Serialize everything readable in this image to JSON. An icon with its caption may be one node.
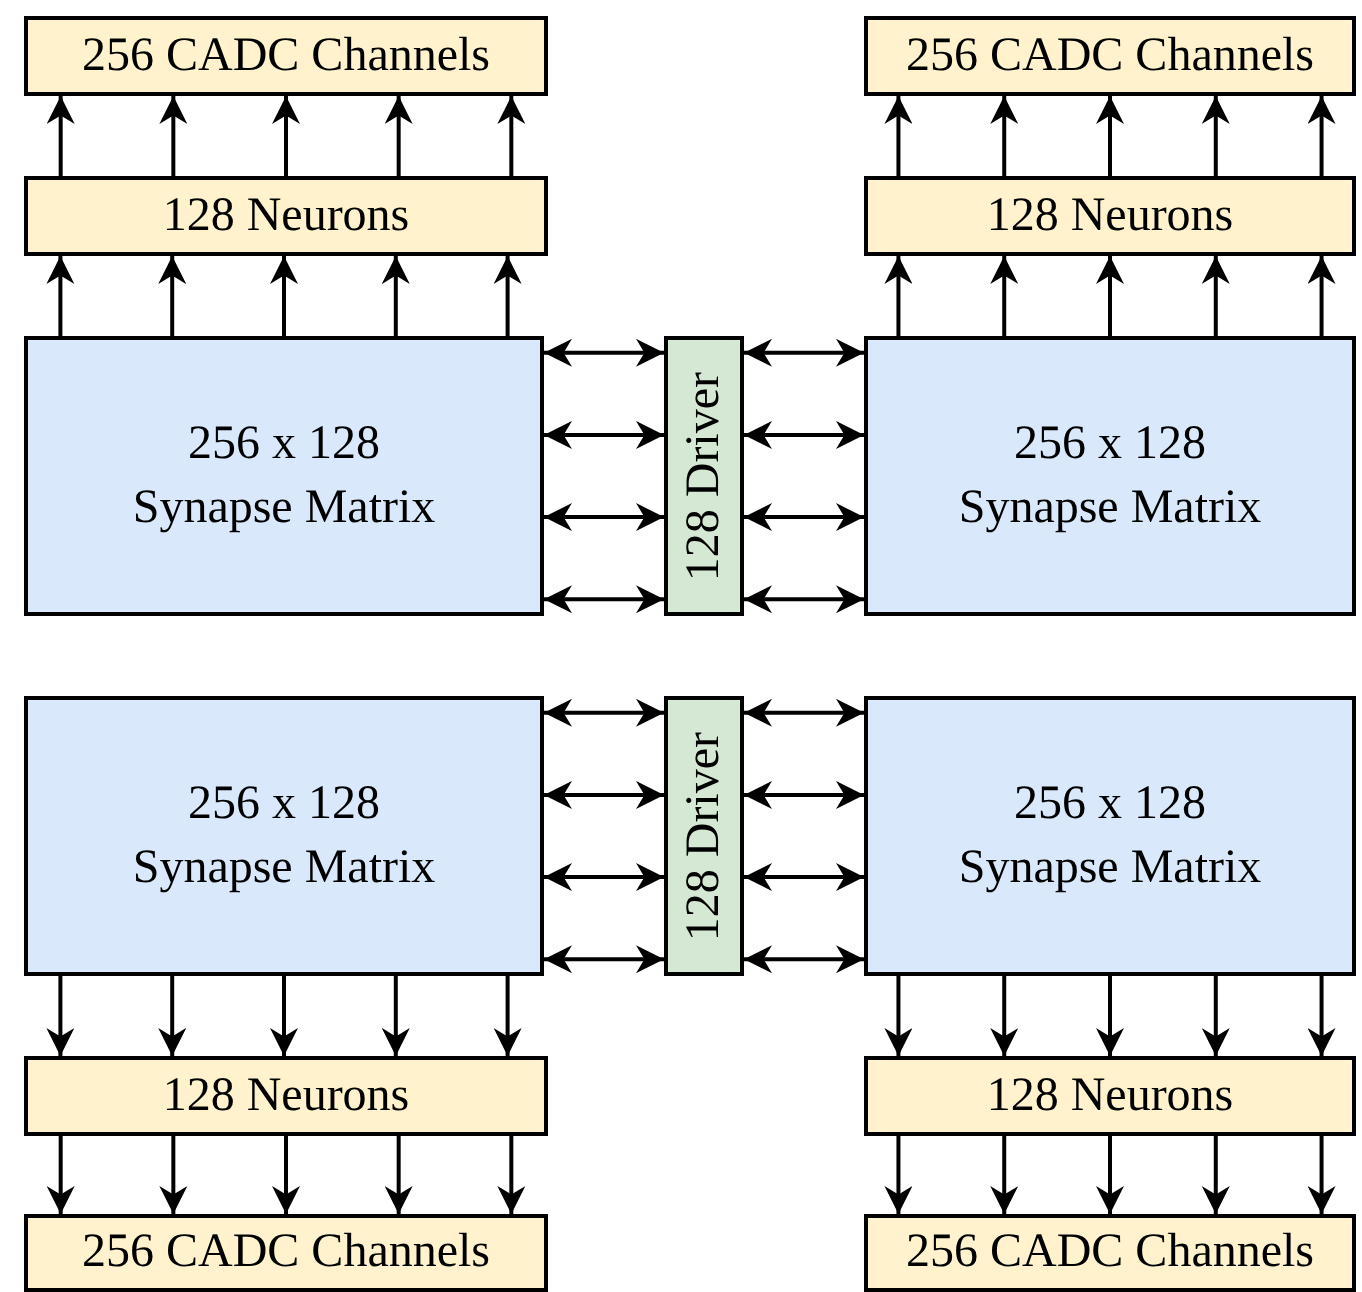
{
  "diagram": {
    "nodes": [
      {
        "text": [
          "256 CADC Channels"
        ]
      },
      {
        "text": [
          "256 CADC Channels"
        ]
      },
      {
        "text": [
          "128 Neurons"
        ]
      },
      {
        "text": [
          "128 Neurons"
        ]
      },
      {
        "text": [
          "256 x 128 Synapse Matrix"
        ]
      },
      {
        "text": [
          "128 Driver"
        ]
      },
      {
        "text": [
          "256 x 128 Synapse Matrix"
        ]
      },
      {
        "text": [
          "256 x 128 Synapse Matrix"
        ]
      },
      {
        "text": [
          "128 Driver"
        ]
      },
      {
        "text": [
          "256 x 128 Synapse Matrix"
        ]
      },
      {
        "text": [
          "128 Neurons"
        ]
      },
      {
        "text": [
          "128 Neurons"
        ]
      },
      {
        "text": [
          "256 CADC Channels"
        ]
      },
      {
        "text": [
          "256 CADC Channels"
        ]
      }
    ],
    "edges": [
      {
        "from": 4,
        "to": 2,
        "arrow": "to"
      },
      {
        "from": 4,
        "to": 2,
        "arrow": "to"
      },
      {
        "from": 4,
        "to": 2,
        "arrow": "to"
      },
      {
        "from": 4,
        "to": 2,
        "arrow": "to"
      },
      {
        "from": 4,
        "to": 2,
        "arrow": "to"
      },
      {
        "from": 2,
        "to": 0,
        "arrow": "to"
      },
      {
        "from": 2,
        "to": 0,
        "arrow": "to"
      },
      {
        "from": 2,
        "to": 0,
        "arrow": "to"
      },
      {
        "from": 2,
        "to": 0,
        "arrow": "to"
      },
      {
        "from": 2,
        "to": 0,
        "arrow": "to"
      },
      {
        "from": 6,
        "to": 3,
        "arrow": "to"
      },
      {
        "from": 6,
        "to": 3,
        "arrow": "to"
      },
      {
        "from": 6,
        "to": 3,
        "arrow": "to"
      },
      {
        "from": 6,
        "to": 3,
        "arrow": "to"
      },
      {
        "from": 6,
        "to": 3,
        "arrow": "to"
      },
      {
        "from": 3,
        "to": 1,
        "arrow": "to"
      },
      {
        "from": 3,
        "to": 1,
        "arrow": "to"
      },
      {
        "from": 3,
        "to": 1,
        "arrow": "to"
      },
      {
        "from": 3,
        "to": 1,
        "arrow": "to"
      },
      {
        "from": 3,
        "to": 1,
        "arrow": "to"
      },
      {
        "from": 5,
        "to": 4,
        "arrow": "both"
      },
      {
        "from": 5,
        "to": 4,
        "arrow": "both"
      },
      {
        "from": 5,
        "to": 4,
        "arrow": "both"
      },
      {
        "from": 5,
        "to": 4,
        "arrow": "both"
      },
      {
        "from": 5,
        "to": 6,
        "arrow": "both"
      },
      {
        "from": 5,
        "to": 6,
        "arrow": "both"
      },
      {
        "from": 5,
        "to": 6,
        "arrow": "both"
      },
      {
        "from": 5,
        "to": 6,
        "arrow": "both"
      },
      {
        "from": 8,
        "to": 7,
        "arrow": "both"
      },
      {
        "from": 8,
        "to": 7,
        "arrow": "both"
      },
      {
        "from": 8,
        "to": 7,
        "arrow": "both"
      },
      {
        "from": 8,
        "to": 7,
        "arrow": "both"
      },
      {
        "from": 8,
        "to": 9,
        "arrow": "both"
      },
      {
        "from": 8,
        "to": 9,
        "arrow": "both"
      },
      {
        "from": 8,
        "to": 9,
        "arrow": "both"
      },
      {
        "from": 8,
        "to": 9,
        "arrow": "both"
      },
      {
        "from": 7,
        "to": 10,
        "arrow": "to"
      },
      {
        "from": 7,
        "to": 10,
        "arrow": "to"
      },
      {
        "from": 7,
        "to": 10,
        "arrow": "to"
      },
      {
        "from": 7,
        "to": 10,
        "arrow": "to"
      },
      {
        "from": 7,
        "to": 10,
        "arrow": "to"
      },
      {
        "from": 10,
        "to": 12,
        "arrow": "to"
      },
      {
        "from": 10,
        "to": 12,
        "arrow": "to"
      },
      {
        "from": 10,
        "to": 12,
        "arrow": "to"
      },
      {
        "from": 10,
        "to": 12,
        "arrow": "to"
      },
      {
        "from": 10,
        "to": 12,
        "arrow": "to"
      },
      {
        "from": 9,
        "to": 11,
        "arrow": "to"
      },
      {
        "from": 9,
        "to": 11,
        "arrow": "to"
      },
      {
        "from": 9,
        "to": 11,
        "arrow": "to"
      },
      {
        "from": 9,
        "to": 11,
        "arrow": "to"
      },
      {
        "from": 9,
        "to": 11,
        "arrow": "to"
      },
      {
        "from": 11,
        "to": 13,
        "arrow": "to"
      },
      {
        "from": 11,
        "to": 13,
        "arrow": "to"
      },
      {
        "from": 11,
        "to": 13,
        "arrow": "to"
      },
      {
        "from": 11,
        "to": 13,
        "arrow": "to"
      },
      {
        "from": 11,
        "to": 13,
        "arrow": "to"
      }
    ]
  }
}
